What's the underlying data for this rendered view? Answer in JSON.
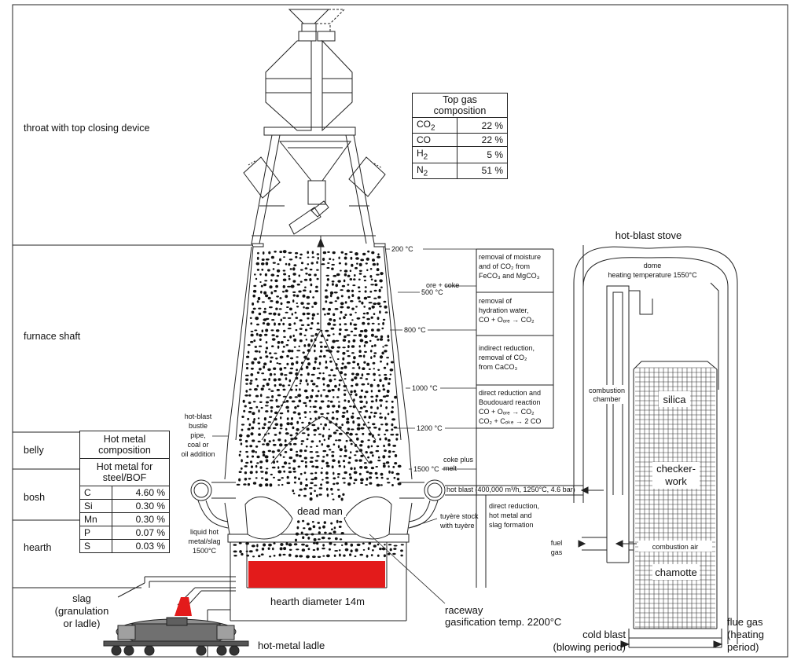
{
  "section_labels": {
    "throat": "throat with top closing device",
    "furnace_shaft": "furnace shaft",
    "belly": "belly",
    "bosh": "bosh",
    "hearth": "hearth"
  },
  "top_gas": {
    "title_line1": "Top gas",
    "title_line2": "composition",
    "rows": [
      {
        "gas": "CO2",
        "value": "22 %"
      },
      {
        "gas": "CO",
        "value": "22 %"
      },
      {
        "gas": "H2",
        "value": "5 %"
      },
      {
        "gas": "N2",
        "value": "51 %"
      }
    ]
  },
  "hot_metal": {
    "title_line1": "Hot metal",
    "title_line2": "composition",
    "sub_line1": "Hot metal for",
    "sub_line2": "steel/BOF",
    "rows": [
      {
        "element": "C",
        "value": "4.60 %"
      },
      {
        "element": "Si",
        "value": "0.30 %"
      },
      {
        "element": "Mn",
        "value": "0.30 %"
      },
      {
        "element": "P",
        "value": "0.07 %"
      },
      {
        "element": "S",
        "value": "0.03 %"
      }
    ]
  },
  "temperatures": [
    "200 °C",
    "500 °C",
    "800 °C",
    "1000 °C",
    "1200 °C",
    "1500 °C"
  ],
  "ore_coke": "ore + coke",
  "coke_melt": [
    "coke plus",
    "melt"
  ],
  "reactions": [
    [
      "removal of moisture",
      "and of CO₂ from",
      "FeCO₃ and MgCO₃"
    ],
    [
      "removal of",
      "hydration water,",
      "CO + Oₒᵣₑ → CO₂"
    ],
    [
      "indirect reduction,",
      "removal of CO₂",
      "from CaCO₃"
    ],
    [
      "direct reduction and",
      "Boudouard reaction",
      "CO + Oₒᵣₑ → CO₂",
      "CO₂ + Cₒₖₑ → 2 CO"
    ],
    [
      "direct reduction,",
      "hot metal and",
      "slag formation"
    ]
  ],
  "hot_blast": "hot blast (400,000 m³/h, 1250°C, 4.6 bar)",
  "bustle": [
    "hot-blast",
    "bustle",
    "pipe,",
    "coal or",
    "oil addition"
  ],
  "liquid_hot_metal": [
    "liquid hot",
    "metal/slag",
    "1500°C"
  ],
  "dead_man": "dead man",
  "tuyere": [
    "tuyère stock",
    "with tuyère"
  ],
  "hearth_diameter": "hearth diameter 14m",
  "raceway": [
    "raceway",
    "gasification temp. 2200°C"
  ],
  "slag": [
    "slag",
    "(granulation",
    "or ladle)"
  ],
  "hot_metal_ladle": "hot-metal ladle",
  "stove": {
    "title": "hot-blast stove",
    "dome": [
      "dome",
      "heating temperature 1550°C"
    ],
    "combustion_chamber": [
      "combustion",
      "chamber"
    ],
    "silica": "silica",
    "checkerwork": [
      "checker-",
      "work"
    ],
    "combustion_air": "combustion air",
    "chamotte": "chamotte",
    "fuel_gas": [
      "fuel",
      "gas"
    ],
    "cold_blast": [
      "cold blast",
      "(blowing period)"
    ],
    "flue_gas": [
      "flue gas",
      "(heating",
      "period)"
    ]
  },
  "colors": {
    "hot_metal": "#e31b1b",
    "line": "#111111",
    "background": "#ffffff"
  }
}
